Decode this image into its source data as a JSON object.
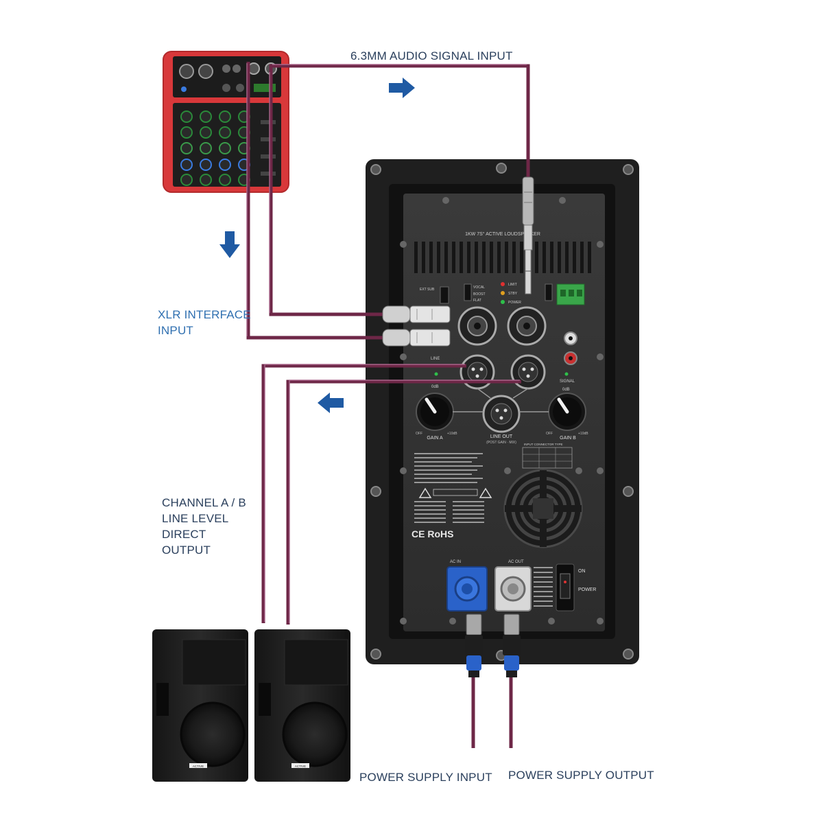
{
  "labels": {
    "audio_signal_input": "6.3MM AUDIO SIGNAL INPUT",
    "xlr_interface_input": "XLR INTERFACE\nINPUT",
    "channel_ab_output": "CHANNEL A / B\nLINE LEVEL\nDIRECT\nOUTPUT",
    "power_supply_input": "POWER SUPPLY INPUT",
    "power_supply_output": "POWER SUPPLY OUTPUT"
  },
  "amp_panel": {
    "title": "1KW 7S° ACTIVE LOUDSPEAKER",
    "gain_a": "GAIN A",
    "gain_b": "GAIN B",
    "line_out": "LINE OUT",
    "line_out_sub": "(POST GAIN · MIX)",
    "off_a": "OFF",
    "max_a": "+10dB",
    "off_b": "OFF",
    "max_b": "+10dB",
    "zero_db_a": "0dB",
    "zero_db_b": "0dB",
    "signal": "SIGNAL",
    "line": "LINE",
    "limit": "LIMIT",
    "stby": "STBY",
    "power_led": "POWER",
    "ac_in": "AC IN",
    "ac_out": "AC OUT",
    "on": "ON",
    "power": "POWER",
    "cert": "CE RoHS",
    "input_table_title": "INPUT CONNECTOR TYPE"
  },
  "speaker_badge": "ACTIVE",
  "colors": {
    "cable": "#6e2747",
    "cable_light": "#8a3a60",
    "arrow": "#1f5aa3",
    "panel": "#2b2b2b",
    "panel_inner": "#3b3b3b",
    "mixer_red": "#d8383a",
    "speakon_blue": "#2a62c9"
  },
  "icons": [
    "arrow-right-icon",
    "arrow-down-icon",
    "arrow-left-icon",
    "warning-icon",
    "fan-icon"
  ]
}
